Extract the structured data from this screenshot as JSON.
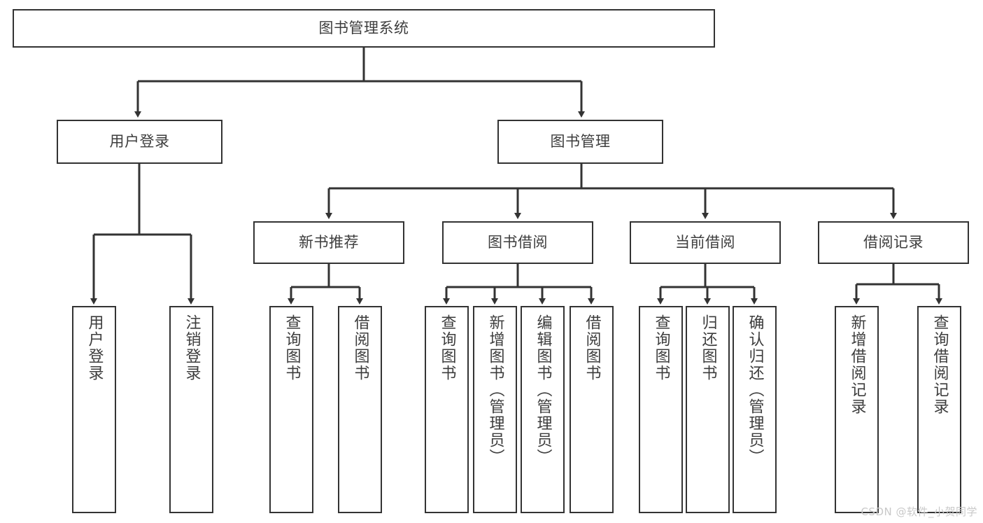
{
  "diagram": {
    "title": "图书管理系统",
    "type": "tree-hierarchy",
    "stroke_color": "#333333",
    "text_color": "#3d3d3d",
    "background_color": "#ffffff"
  },
  "nodes": {
    "root": {
      "label": "图书管理系统"
    },
    "level2": [
      {
        "label": "用户登录"
      },
      {
        "label": "图书管理"
      }
    ],
    "level3": [
      {
        "label": "新书推荐"
      },
      {
        "label": "图书借阅"
      },
      {
        "label": "当前借阅"
      },
      {
        "label": "借阅记录"
      }
    ],
    "leaves": {
      "user_login": [
        {
          "label": "用户登录"
        },
        {
          "label": "注销登录"
        }
      ],
      "new_book": [
        {
          "label": "查询图书"
        },
        {
          "label": "借阅图书"
        }
      ],
      "book_borrow": [
        {
          "label": "查询图书"
        },
        {
          "label": "新增图书（管理员）"
        },
        {
          "label": "编辑图书（管理员）"
        },
        {
          "label": "借阅图书"
        }
      ],
      "current_borrow": [
        {
          "label": "查询图书"
        },
        {
          "label": "归还图书"
        },
        {
          "label": "确认归还（管理员）"
        }
      ],
      "borrow_record": [
        {
          "label": "新增借阅记录"
        },
        {
          "label": "查询借阅记录"
        }
      ]
    }
  },
  "watermark": {
    "text": "CSDN @软件_小贺同学"
  }
}
